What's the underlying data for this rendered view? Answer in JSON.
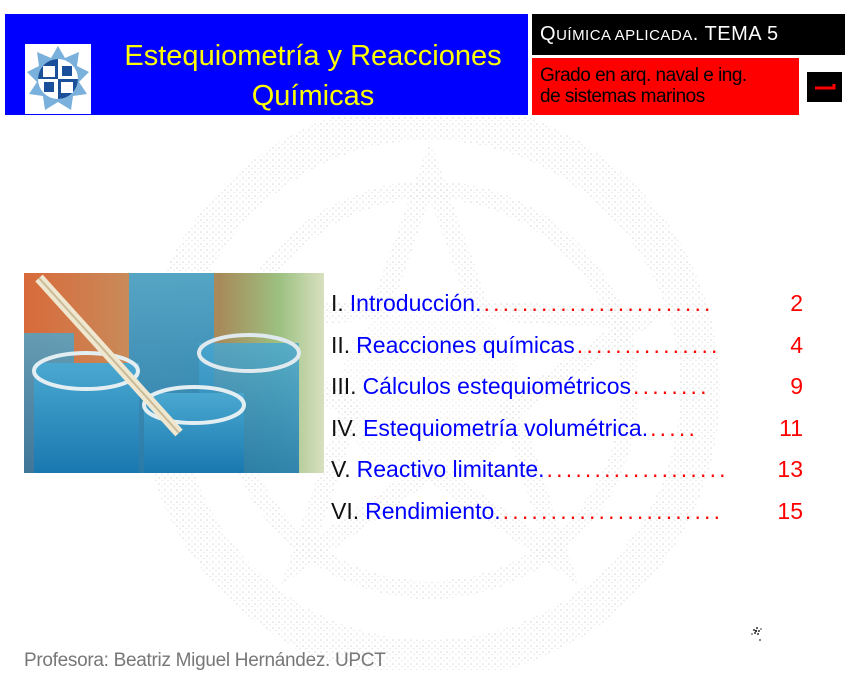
{
  "header": {
    "title_line1": "Estequiometría y Reacciones",
    "title_line2": "Químicas",
    "course_prefix_big": "Q",
    "course_prefix_small": "UÍMICA APLICADA",
    "course_suffix": ". TEMA 5",
    "degree_line1": "Grado en arq. naval e ing.",
    "degree_line2": "de sistemas marinos",
    "next_icon": "arrow-right-icon",
    "colors": {
      "title_bg": "#0000ff",
      "title_text": "#ffff00",
      "course_bg": "#000000",
      "degree_bg": "#ff0000",
      "arrow": "#ff0000"
    }
  },
  "logo": {
    "icon": "university-crest-icon"
  },
  "image": {
    "alt": "Tubos de ensayo con líquido azul y pipeta"
  },
  "toc": {
    "items": [
      {
        "num": "I.",
        "label": "Introducción.",
        "dots": "........................",
        "page": "2"
      },
      {
        "num": "II.",
        "label": "Reacciones químicas",
        "dots": "...............",
        "page": "4"
      },
      {
        "num": "III.",
        "label": "Cálculos estequiométricos",
        "dots": "........",
        "page": "9"
      },
      {
        "num": "IV.",
        "label": "Estequiometría volumétrica.",
        "dots": ".....",
        "page": "11"
      },
      {
        "num": "V.",
        "label": "Reactivo limitante.",
        "dots": "...................",
        "page": "13"
      },
      {
        "num": "VI.",
        "label": "Rendimiento.",
        "dots": ".......................",
        "page": "15"
      }
    ]
  },
  "footer": {
    "author": "Profesora: Beatriz Miguel Hernández. UPCT"
  }
}
